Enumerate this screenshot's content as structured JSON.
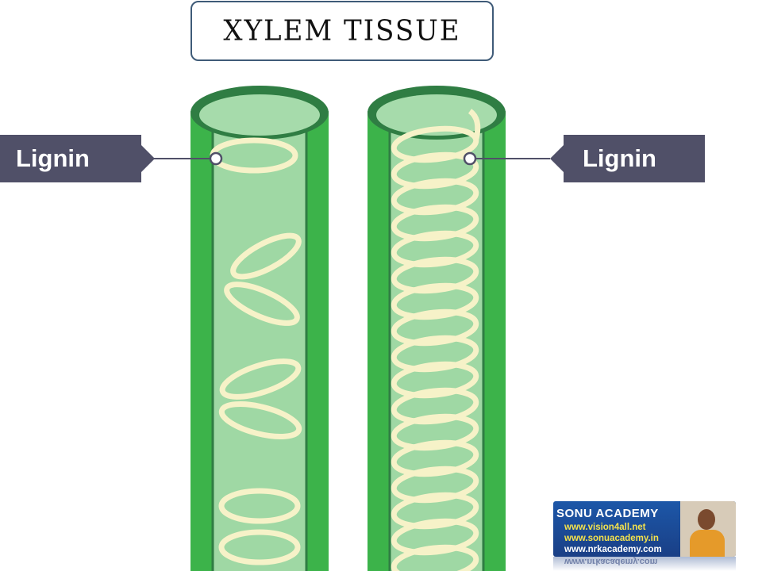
{
  "title": "XYLEM TISSUE",
  "labels": {
    "left": "Lignin",
    "right": "Lignin"
  },
  "logo": {
    "name": "SONU ACADEMY",
    "url1": "www.vision4all.net",
    "url2": "www.sonuacademy.in",
    "url3": "www.nrkacademy.com"
  },
  "colors": {
    "vessel_wall": "#3cb34a",
    "vessel_wall_edge": "#2f7d43",
    "vessel_lumen": "#9fd8a4",
    "lignin": "#f6f2c8",
    "label_bg": "#505068",
    "title_border": "#3f5b78"
  }
}
